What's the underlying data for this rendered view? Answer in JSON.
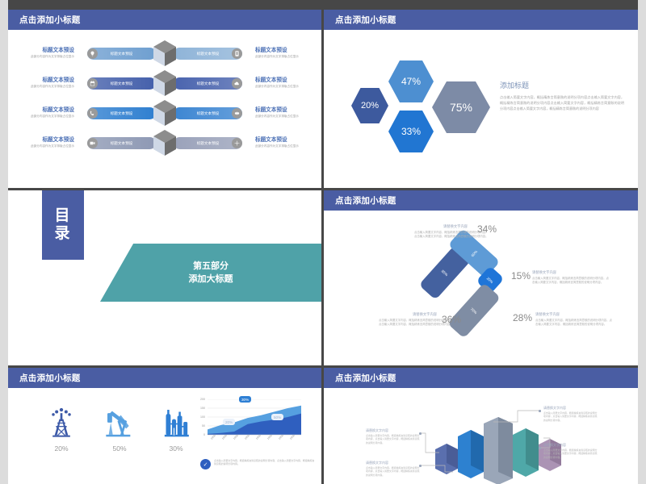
{
  "meta": {
    "slide_title_small": "点击添加小标题",
    "placeholder_body": "此部分内容作为文字排版占位显示"
  },
  "slides": [
    {
      "id": "slide-1-process-cubes",
      "title": "点击添加小标题",
      "rows": [
        {
          "left_heading": "标题文本预设",
          "left_body": "此部分内容作为文字排版占位显示",
          "left_banner": "标题文本预设",
          "left_icon": "lightbulb-icon",
          "right_banner": "标题文本预设",
          "right_icon": "mobile-icon",
          "right_heading": "标题文本预设",
          "right_body": "此部分内容作为文字排版占位显示",
          "left_color": "#6f9fd0",
          "right_color": "#8fb4d8"
        },
        {
          "left_heading": "标题文本预设",
          "left_body": "此部分内容作为文字排版占位显示",
          "left_banner": "标题文本预设",
          "left_icon": "calendar-icon",
          "right_banner": "标题文本预设",
          "right_icon": "cloud-icon",
          "right_heading": "标题文本预设",
          "right_body": "此部分内容作为文字排版占位显示",
          "left_color": "#4560ab",
          "right_color": "#4a64ae"
        },
        {
          "left_heading": "标题文本预设",
          "left_body": "此部分内容作为文字排版占位显示",
          "left_banner": "标题文本预设",
          "left_icon": "phone-icon",
          "right_banner": "标题文本预设",
          "right_icon": "gear-icon",
          "right_heading": "标题文本预设",
          "right_body": "此部分内容作为文字排版占位显示",
          "left_color": "#2f7fd0",
          "right_color": "#3d86d2"
        },
        {
          "left_heading": "标题文本预设",
          "left_body": "此部分内容作为文字排版占位显示",
          "left_banner": "标题文本预设",
          "left_icon": "video-icon",
          "right_banner": "标题文本预设",
          "right_icon": "network-icon",
          "right_heading": "标题文本预设",
          "right_body": "此部分内容作为文字排版占位显示",
          "left_color": "#8e99b4",
          "right_color": "#9aa2ba"
        }
      ]
    },
    {
      "id": "slide-2-hexagons",
      "title": "点击添加小标题",
      "heading": "添加标题",
      "body": "点击输入简要文字内容，概括精炼言简意赅的说明分项内容点击输入简要文字内容，概括精炼言简意赅的说明分项内容点击输入简要文字内容，概括精炼言简意赅的说明分项内容点击输入简要文字内容，概括精炼言简意赅的说明分项内容",
      "hexagons": [
        {
          "label": "20%",
          "color": "#3d5a9e"
        },
        {
          "label": "47%",
          "color": "#4d8fd1"
        },
        {
          "label": "33%",
          "color": "#2176d2"
        },
        {
          "label": "75%",
          "color": "#7d8ba6"
        }
      ]
    },
    {
      "id": "slide-3-catalog",
      "catalog_label_line1": "目",
      "catalog_label_line2": "录",
      "section_line1": "第五部分",
      "section_line2": "添加大标题",
      "catalog_color": "#4a5da3",
      "banner_color": "#4fa2a8"
    },
    {
      "id": "slide-4-rotated-cards",
      "title": "点击添加小标题",
      "cards": [
        {
          "inner": "60%",
          "color": "#5e9bd6"
        },
        {
          "inner": "85%",
          "color": "#44619f"
        },
        {
          "inner": "20%",
          "color": "#1f75d8"
        },
        {
          "inner": "70%",
          "color": "#7f8da4"
        }
      ],
      "callouts": [
        {
          "pct": "34%",
          "head": "请替换文字内容",
          "text": "点击输入简要文字内容，概括精炼言简意赅的说明分项内容，点击输入简要文字内容，概括精炼言简意赅的说明分项内容。"
        },
        {
          "pct": "15%",
          "head": "请替换文字内容",
          "text": "点击输入简要文字内容，概括精炼言简意赅的说明分项内容，点击输入简要文字内容，概括精炼言简意赅的说明分项内容。"
        },
        {
          "pct": "36%",
          "head": "请替换文字内容",
          "text": "点击输入简要文字内容，概括精炼言简意赅的说明分项内容，点击输入简要文字内容，概括精炼言简意赅的说明分项内容。"
        },
        {
          "pct": "28%",
          "head": "请替换文字内容",
          "text": "点击输入简要文字内容，概括精炼言简意赅的说明分项内容，点击输入简要文字内容，概括精炼言简意赅的说明分项内容。"
        }
      ]
    },
    {
      "id": "slide-5-industry-chart",
      "title": "点击添加小标题",
      "icons": [
        {
          "name": "oil-derrick-icon",
          "pct": "20%",
          "color": "#3d5aa8"
        },
        {
          "name": "pumpjack-icon",
          "pct": "50%",
          "color": "#56a0e0"
        },
        {
          "name": "refinery-icon",
          "pct": "30%",
          "color": "#2f7fd4"
        }
      ],
      "footer": "点击输入简要文字内容，概括精炼言简意赅的说明分项内容，点击输入简要文字内容，概括精炼言简意赅的说明分项内容。"
    },
    {
      "id": "slide-6-prisms",
      "title": "点击添加小标题",
      "prisms": [
        {
          "color": "#5a6fae"
        },
        {
          "color": "#2d81d0"
        },
        {
          "color": "#8a97ab"
        },
        {
          "color": "#4fa8a8"
        },
        {
          "color": "#9f8aa8"
        }
      ],
      "callouts": [
        {
          "head": "请替换文字内容",
          "text": "点击输入简要文字内容，概括精炼言简意赅的说明分项内容，点击输入简要文字内容，概括精炼言简意赅的说明分项内容。"
        },
        {
          "head": "请替换文字内容",
          "text": "点击输入简要文字内容，概括精炼言简意赅的说明分项内容，点击输入简要文字内容，概括精炼言简意赅的说明分项内容。"
        },
        {
          "head": "请替换文字内容",
          "text": "点击输入简要文字内容，概括精炼言简意赅的说明分项内容，点击输入简要文字内容，概括精炼言简意赅的说明分项内容。"
        },
        {
          "head": "请替换文字内容",
          "text": "点击输入简要文字内容，概括精炼言简意赅的说明分项内容，点击输入简要文字内容，概括精炼言简意赅的说明分项内容。"
        }
      ]
    }
  ],
  "chart_data": {
    "type": "area",
    "title": "",
    "xlabel": "",
    "ylabel": "",
    "ylim": [
      0,
      200
    ],
    "yticks": [
      0,
      50,
      100,
      150,
      200
    ],
    "categories": [
      "1900",
      "1900",
      "1900",
      "1900",
      "1900",
      "1900",
      "1900",
      "1900"
    ],
    "grid": true,
    "legend": "none",
    "series": [
      {
        "name": "series-light",
        "color": "#56a0e0",
        "values": [
          30,
          55,
          70,
          95,
          110,
          130,
          150,
          165
        ]
      },
      {
        "name": "series-dark",
        "color": "#2f5fbf",
        "values": [
          5,
          10,
          18,
          60,
          75,
          85,
          100,
          120
        ]
      }
    ],
    "annotations": [
      {
        "label": "30%",
        "style": "dark"
      },
      {
        "label": "20%",
        "style": "light"
      },
      {
        "label": "50%",
        "style": "light"
      }
    ]
  }
}
